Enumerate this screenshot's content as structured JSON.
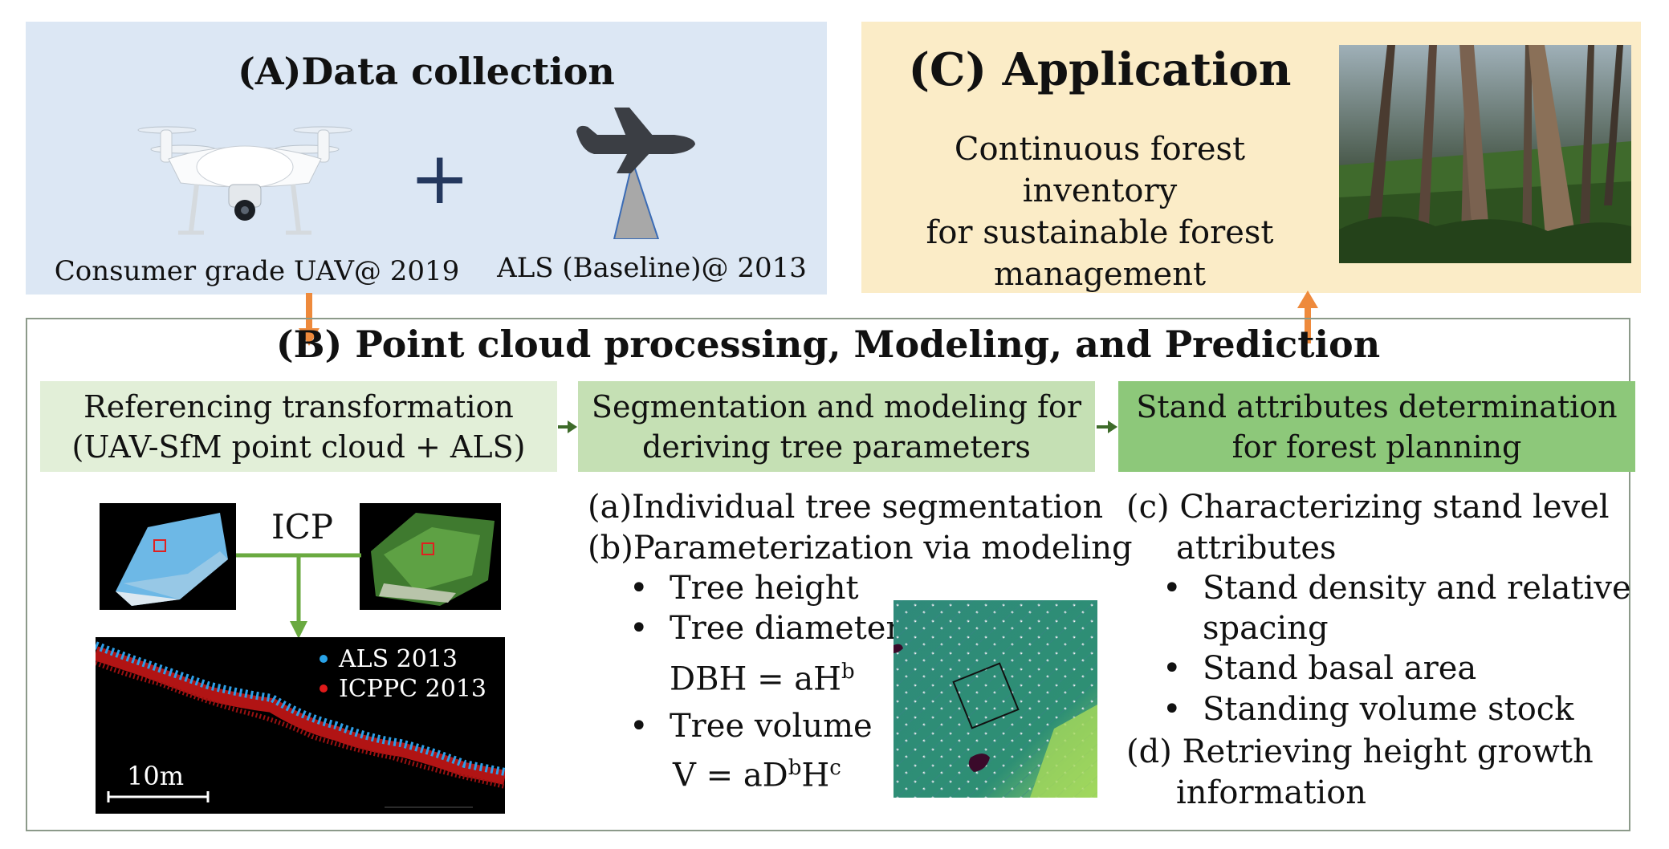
{
  "panel_a": {
    "title": "(A)Data collection",
    "plus": "+",
    "uav_caption": "Consumer grade UAV@ 2019",
    "als_caption": "ALS (Baseline)@ 2013"
  },
  "panel_c": {
    "title": "(C) Application",
    "text_lines": [
      "Continuous forest inventory",
      "for sustainable forest",
      "management"
    ]
  },
  "panel_b": {
    "title": "(B) Point cloud processing, Modeling, and Prediction",
    "step1": {
      "line1": "Referencing transformation",
      "line2": "(UAV-SfM point cloud + ALS)"
    },
    "step2": {
      "line1": "Segmentation and modeling for",
      "line2": "deriving tree parameters"
    },
    "step3": {
      "line1": "Stand attributes determination",
      "line2": "for forest planning"
    },
    "icp": {
      "label": "ICP",
      "legend": [
        {
          "label": "ALS 2013",
          "color": "#29a3e8"
        },
        {
          "label": "ICPPC 2013",
          "color": "#e01a1a"
        }
      ],
      "scale_label": "10m"
    },
    "modeling": {
      "item_a": "(a)Individual tree segmentation",
      "item_b": "(b)Parameterization via modeling",
      "bullets": [
        "Tree height",
        "Tree diameter",
        "Tree volume"
      ],
      "eq_dbh": {
        "lhs": "DBH = aH",
        "exp": "b"
      },
      "eq_v": {
        "lhs": "V = aD",
        "exp1": "b",
        "mid": "H",
        "exp2": "c"
      }
    },
    "stand": {
      "item_c_line1": "(c) Characterizing stand level",
      "item_c_line2": "attributes",
      "bullets": [
        "Stand density and relative",
        "spacing",
        "Stand basal area",
        "Standing volume stock"
      ],
      "item_d_line1": "(d) Retrieving height growth",
      "item_d_line2": "information"
    }
  },
  "colors": {
    "arrow_orange": "#ee8a3c",
    "arrow_green": "#6aaa40",
    "small_arrow": "#3e6b2a",
    "plus_color": "#24385e"
  }
}
